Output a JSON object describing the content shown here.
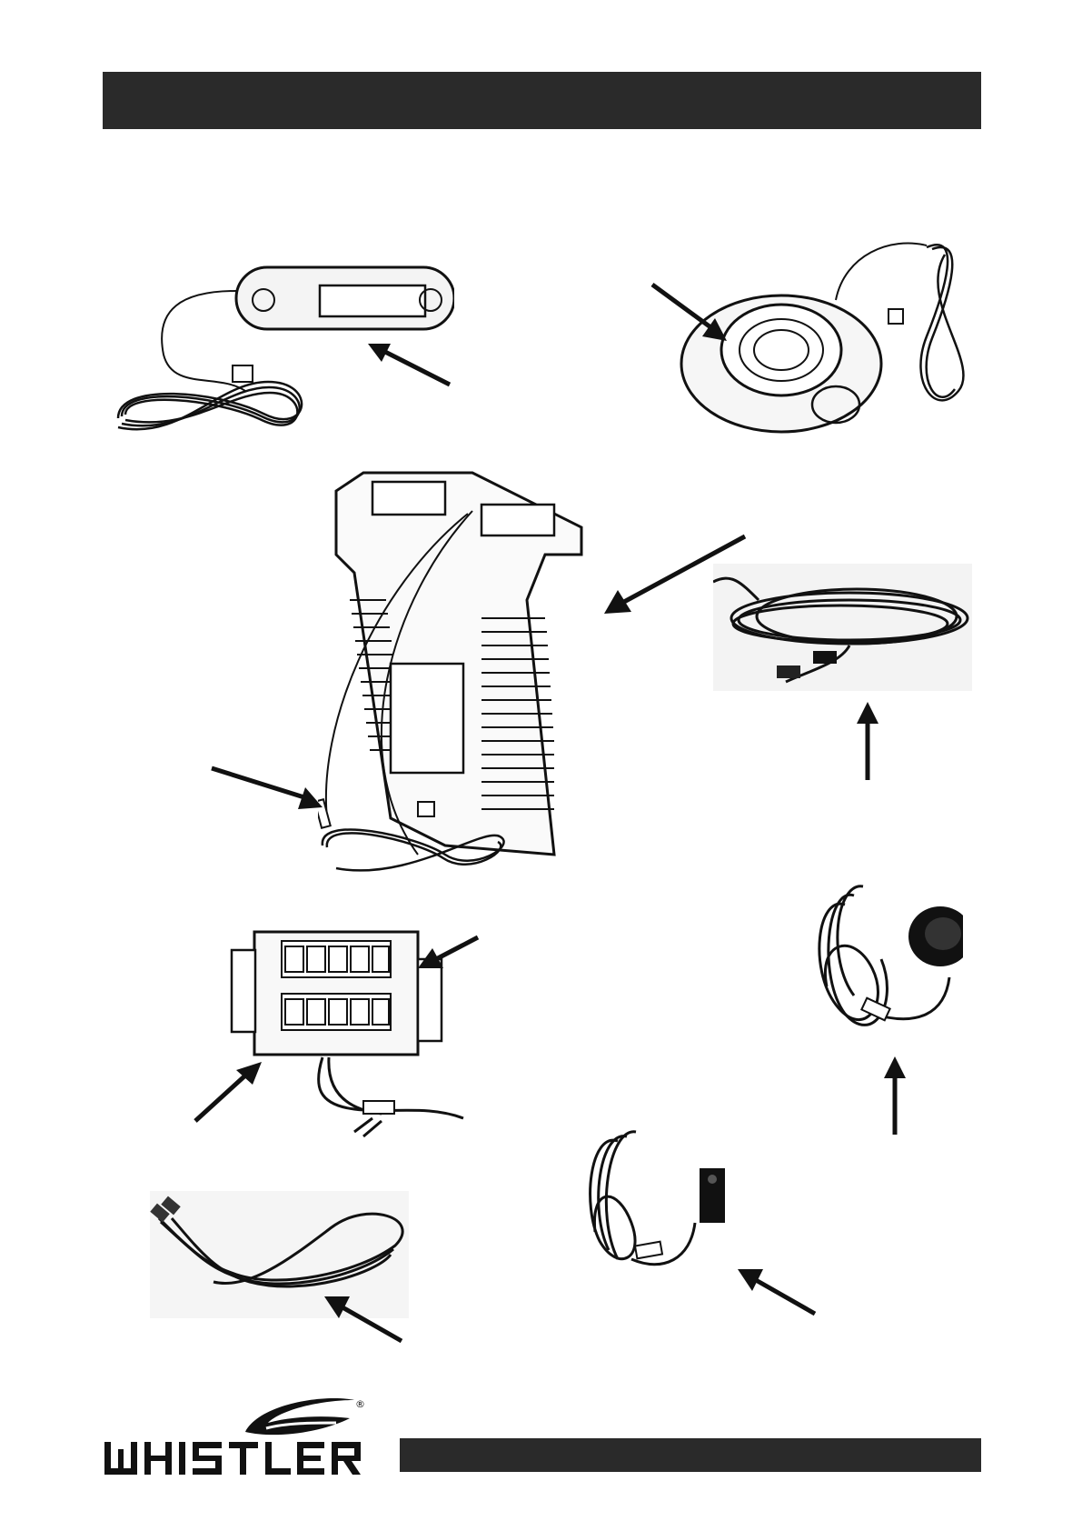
{
  "header": {
    "title": ""
  },
  "footer": {
    "text": ""
  },
  "logo": {
    "wordmark": "WHISTLER",
    "registered": "®"
  },
  "figures": [
    {
      "name": "display-unit",
      "icon": "display-unit-illustration"
    },
    {
      "name": "control-pad",
      "icon": "round-control-illustration"
    },
    {
      "name": "main-unit",
      "icon": "main-unit-illustration"
    },
    {
      "name": "extension-cable",
      "icon": "cable-photo"
    },
    {
      "name": "junction-box",
      "icon": "junction-box-illustration"
    },
    {
      "name": "remote-sensor",
      "icon": "sensor-photo"
    },
    {
      "name": "modular-cable",
      "icon": "modular-cable-photo"
    },
    {
      "name": "camera-module",
      "icon": "module-photo"
    }
  ]
}
